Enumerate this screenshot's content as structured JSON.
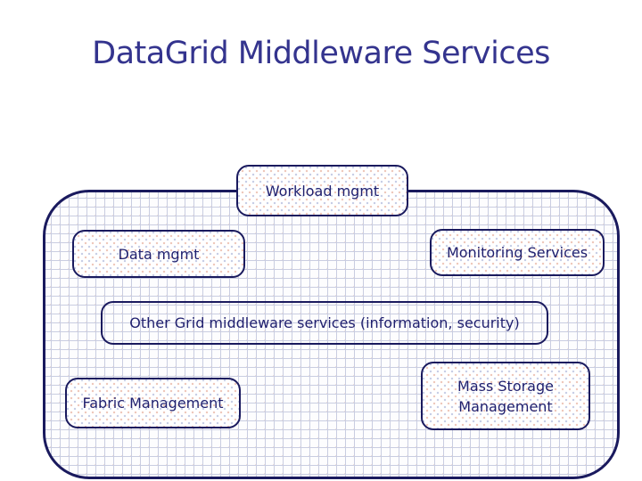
{
  "title": "DataGrid Middleware Services",
  "boxes": [
    {
      "id": "workload-mgmt",
      "label": "Workload mgmt"
    },
    {
      "id": "data-mgmt",
      "label": "Data mgmt"
    },
    {
      "id": "monitoring-services",
      "label": "Monitoring Services"
    },
    {
      "id": "other-grid-services",
      "label": "Other Grid middleware services (information, security)"
    },
    {
      "id": "fabric-management",
      "label": "Fabric Management"
    },
    {
      "id": "mass-storage",
      "label": "Mass Storage Management"
    }
  ],
  "colors": {
    "title_text": "#34348e",
    "box_border": "#1a1a5e",
    "box_text": "#1f1f6e",
    "grid_line": "#c9cde1",
    "dot_pink": "#e09980",
    "dot_blue": "#98a2d0",
    "background": "#ffffff"
  }
}
